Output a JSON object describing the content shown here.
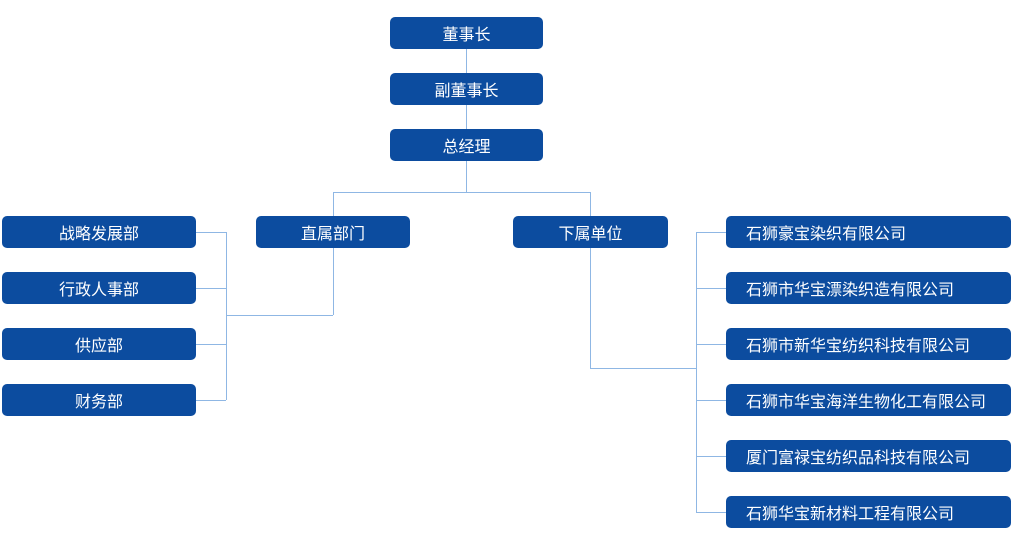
{
  "colors": {
    "box_fill": "#0c4c9f",
    "box_text": "#ffffff",
    "connector": "#8fb7e4",
    "background": "#ffffff"
  },
  "org_chart": {
    "type": "org-chart",
    "chain": [
      {
        "label": "董事长"
      },
      {
        "label": "副董事长"
      },
      {
        "label": "总经理"
      }
    ],
    "left_parent": {
      "label": "直属部门"
    },
    "right_parent": {
      "label": "下属单位"
    },
    "left_children": [
      {
        "label": "战略发展部"
      },
      {
        "label": "行政人事部"
      },
      {
        "label": "供应部"
      },
      {
        "label": "财务部"
      }
    ],
    "right_children": [
      {
        "label": "石狮豪宝染织有限公司"
      },
      {
        "label": "石狮市华宝漂染织造有限公司"
      },
      {
        "label": "石狮市新华宝纺织科技有限公司"
      },
      {
        "label": "石狮市华宝海洋生物化工有限公司"
      },
      {
        "label": "厦门富禄宝纺织品科技有限公司"
      },
      {
        "label": "石狮华宝新材料工程有限公司"
      }
    ]
  }
}
